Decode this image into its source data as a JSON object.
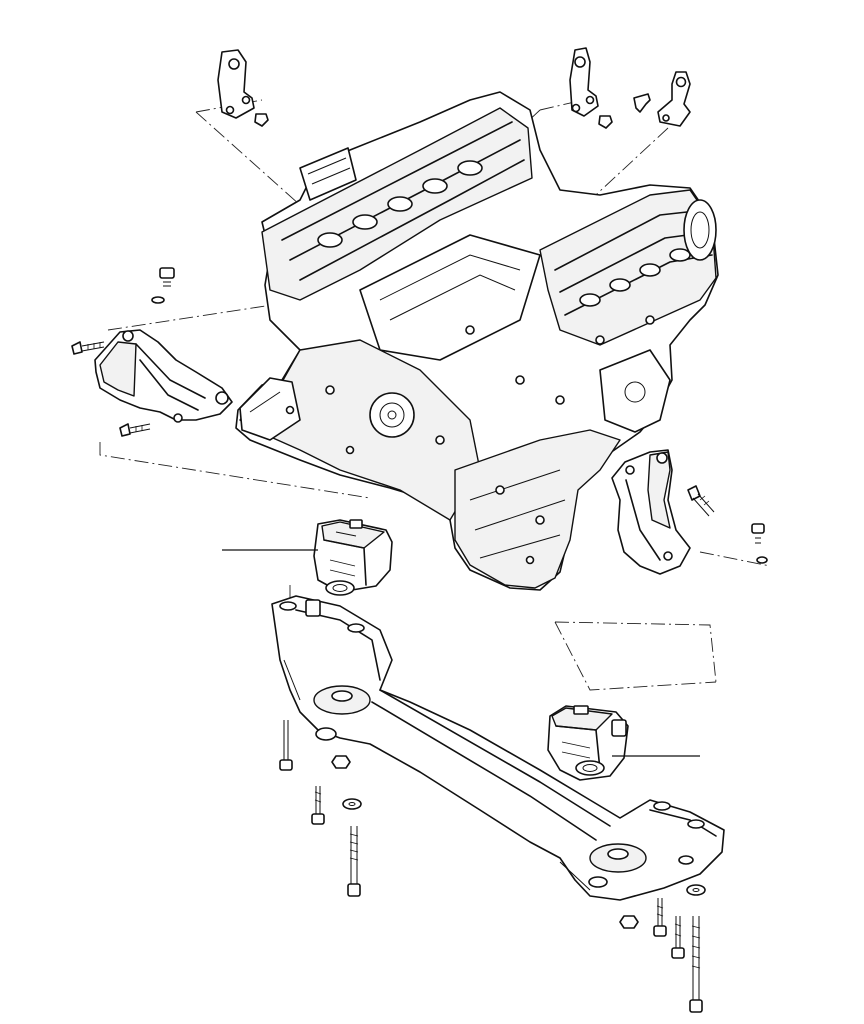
{
  "diagram": {
    "kind": "exploded parts diagram",
    "colors": {
      "line": "#111111",
      "background": "#ffffff",
      "part_fill": "#f2f2f2"
    },
    "parts": [
      "engine-block",
      "upper-left-lifting-bracket",
      "upper-right-lifting-bracket",
      "upper-right-small-bracket",
      "left-engine-support-bracket",
      "right-engine-support-bracket",
      "left-engine-mount",
      "right-engine-mount",
      "front-crossmember",
      "bolts",
      "washers",
      "nuts"
    ],
    "callouts": [
      "left-engine-mount",
      "right-engine-mount"
    ]
  }
}
